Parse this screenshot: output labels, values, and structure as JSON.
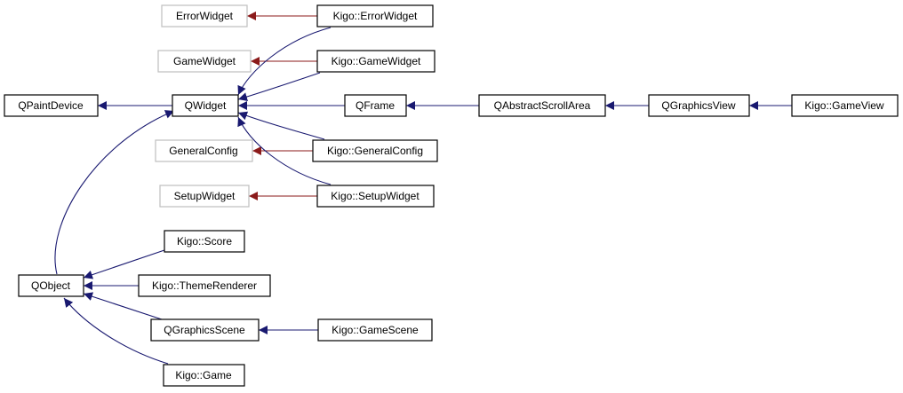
{
  "colors": {
    "inheritance_edge": "#191970",
    "external_edge": "#8b1a1a",
    "primary_border": "#000000",
    "external_border": "#bfbfbf"
  },
  "nodes": {
    "error_widget": "ErrorWidget",
    "kigo_error_widget": "Kigo::ErrorWidget",
    "game_widget": "GameWidget",
    "kigo_game_widget": "Kigo::GameWidget",
    "qpaint_device": "QPaintDevice",
    "qwidget": "QWidget",
    "qframe": "QFrame",
    "qabstract_scroll_area": "QAbstractScrollArea",
    "qgraphics_view": "QGraphicsView",
    "kigo_game_view": "Kigo::GameView",
    "general_config": "GeneralConfig",
    "kigo_general_config": "Kigo::GeneralConfig",
    "setup_widget": "SetupWidget",
    "kigo_setup_widget": "Kigo::SetupWidget",
    "kigo_score": "Kigo::Score",
    "qobject": "QObject",
    "kigo_theme_renderer": "Kigo::ThemeRenderer",
    "qgraphics_scene": "QGraphicsScene",
    "kigo_game_scene": "Kigo::GameScene",
    "kigo_game": "Kigo::Game"
  }
}
